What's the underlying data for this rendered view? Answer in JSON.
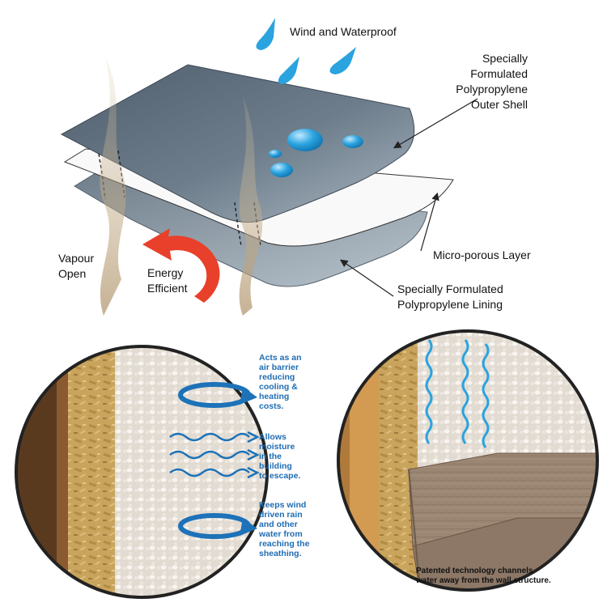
{
  "top_diagram": {
    "labels": {
      "wind": "Wind and Waterproof",
      "outer_shell": [
        "Specially",
        "Formulated",
        "Polypropylene",
        "Outer Shell"
      ],
      "micro": "Micro-porous Layer",
      "lining": [
        "Specially Formulated",
        "Polypropylene Lining"
      ],
      "vapour": [
        "Vapour",
        "Open"
      ],
      "energy": [
        "Energy",
        "Efficient"
      ]
    }
  },
  "bottom_left": {
    "air_barrier": [
      "Acts as an",
      "air barrier",
      "reducing",
      "cooling &",
      "heating",
      "costs."
    ],
    "moisture": [
      "Allows",
      "moisture",
      "in the",
      "building",
      "to escape."
    ],
    "rain": [
      "Keeps wind",
      "driven rain",
      "and other",
      "water from",
      "reaching the",
      "sheathing."
    ]
  },
  "bottom_right": {
    "caption": [
      "Patented technology channels",
      "water away from the wall structure."
    ]
  },
  "colors": {
    "shell": "#5e6e7c",
    "lining": "#8896a2",
    "membrane": "#f7f7f7",
    "water": "#2aa3df",
    "arrow_red": "#e8402a",
    "text_blue": "#1f6db3",
    "osb": "#c9a45d"
  }
}
